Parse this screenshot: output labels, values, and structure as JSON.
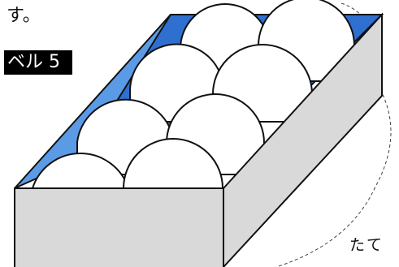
{
  "text_top": "す。",
  "level_badge": "ベル 5",
  "label_side": "たて",
  "colors": {
    "box_side": "#d9d9d9",
    "box_inner_blue": "#2f6fd0",
    "box_inner_blue_light": "#5b9be6",
    "outline": "#111111"
  }
}
